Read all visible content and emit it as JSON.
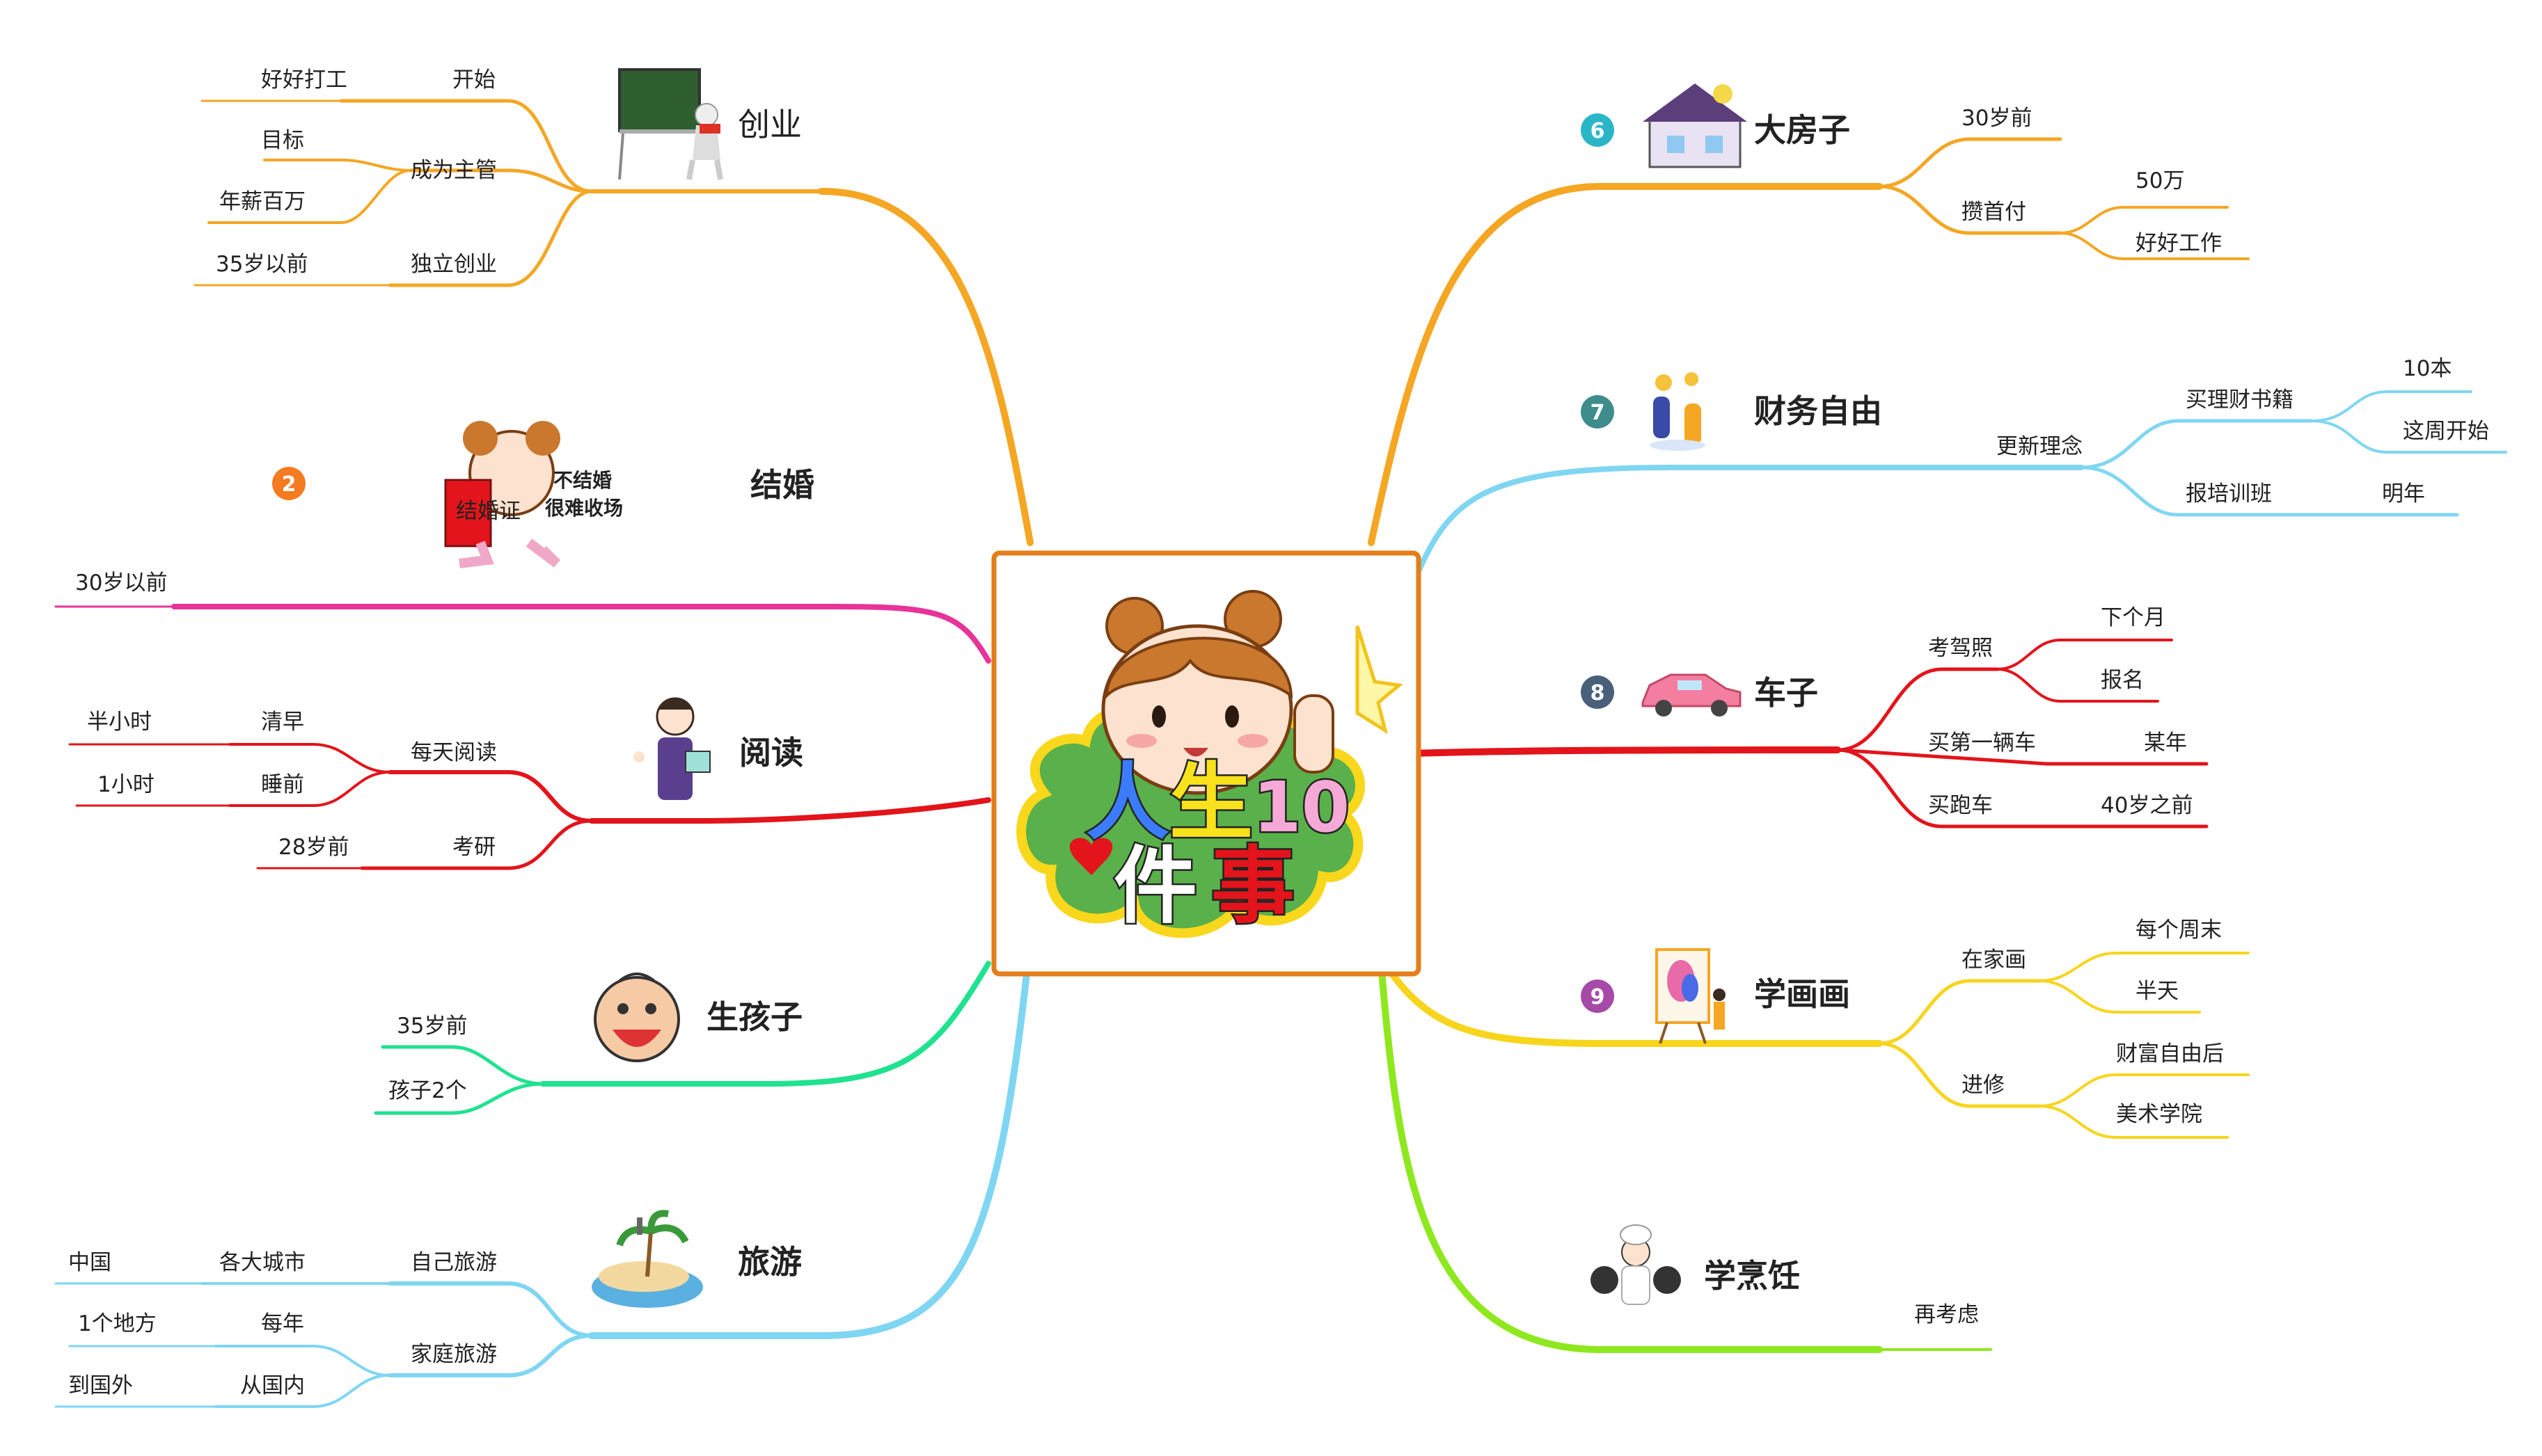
{
  "center": {
    "line1": "人生10",
    "line2": "件事"
  },
  "colors": {
    "orange": "#f5a623",
    "pink": "#e8339a",
    "red": "#e3141b",
    "green": "#1fe28f",
    "skyblue": "#7fd6f2",
    "yellow": "#f7d51d",
    "lime": "#8fe81f",
    "center_border": "#e37e1a"
  },
  "left": {
    "chuangye": {
      "title": "创业",
      "kaishi": "开始",
      "haohao_dagong": "好好打工",
      "chengwei_zhuguan": "成为主管",
      "mubiao": "目标",
      "nianxin_baiwan": "年薪百万",
      "duli_chuangye": "独立创业",
      "before35": "35岁以前"
    },
    "jiehun": {
      "badge": "2",
      "title": "结婚",
      "before30": "30岁以前",
      "sticker_line1": "不结婚",
      "sticker_line2": "很难收场",
      "card": "结婚证"
    },
    "yuedu": {
      "title": "阅读",
      "meitian": "每天阅读",
      "qingzao": "清早",
      "ban_xiaoshi": "半小时",
      "shuiqian": "睡前",
      "yi_xiaoshi": "1小时",
      "kaoyan": "考研",
      "qian28": "28岁前"
    },
    "shenghaizi": {
      "title": "生孩子",
      "qian35": "35岁前",
      "haizi2ge": "孩子2个"
    },
    "lvyou": {
      "title": "旅游",
      "ziji": "自己旅游",
      "gedachengshi": "各大城市",
      "zhongguo": "中国",
      "jiating": "家庭旅游",
      "meinian": "每年",
      "yigedifang": "1个地方",
      "cong_guonei": "从国内",
      "dao_guowai": "到国外"
    }
  },
  "right": {
    "dafangzi": {
      "badge": "6",
      "title": "大房子",
      "qian30": "30岁前",
      "zanshoufu": "攒首付",
      "wushiwan": "50万",
      "haohao_gongzuo": "好好工作"
    },
    "caiwu": {
      "badge": "7",
      "title": "财务自由",
      "gengxin": "更新理念",
      "mai_licai": "买理财书籍",
      "shiben": "10本",
      "zhezhou": "这周开始",
      "baopei": "报培训班",
      "mingnian": "明年"
    },
    "chezi": {
      "badge": "8",
      "title": "车子",
      "kaojiazhao": "考驾照",
      "xiagyue": "下个月",
      "baoming": "报名",
      "diyiliang": "买第一辆车",
      "mounian": "某年",
      "paoche": "买跑车",
      "qian40": "40岁之前"
    },
    "xuehuahua": {
      "badge": "9",
      "title": "学画画",
      "zaijia": "在家画",
      "meige_zhoumo": "每个周末",
      "bantian": "半天",
      "jinxiu": "进修",
      "caifu_hou": "财富自由后",
      "meishu": "美术学院"
    },
    "pengren": {
      "title": "学烹饪",
      "zaikaolv": "再考虑"
    }
  }
}
